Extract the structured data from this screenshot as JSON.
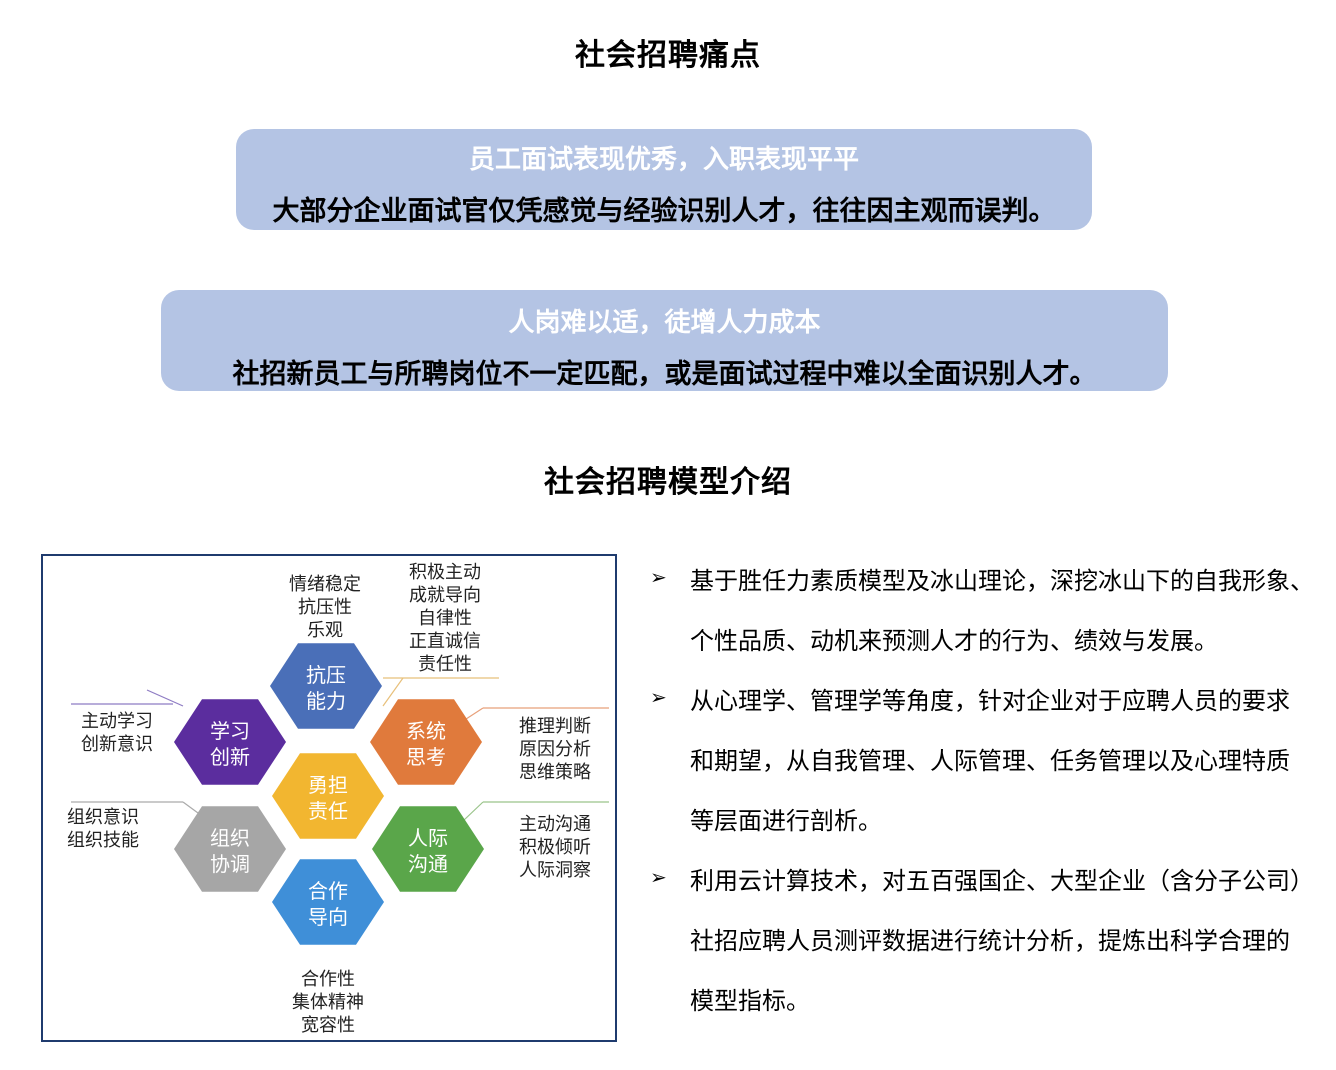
{
  "section1_title": "社会招聘痛点",
  "cards": [
    {
      "head": "员工面试表现优秀，入职表现平平",
      "body": "大部分企业面试官仅凭感觉与经验识别人才，往往因主观而误判。"
    },
    {
      "head": "人岗难以适，徒增人力成本",
      "body": "社招新员工与所聘岗位不一定匹配，或是面试过程中难以全面识别人才。"
    }
  ],
  "section2_title": "社会招聘模型介绍",
  "model": {
    "hexagons": [
      {
        "line1": "抗压",
        "line2": "能力",
        "color": "#4a6fb8"
      },
      {
        "line1": "学习",
        "line2": "创新",
        "color": "#5b2d9e"
      },
      {
        "line1": "系统",
        "line2": "思考",
        "color": "#e07a3c"
      },
      {
        "line1": "勇担",
        "line2": "责任",
        "color": "#f2b630"
      },
      {
        "line1": "组织",
        "line2": "协调",
        "color": "#a6a6a6"
      },
      {
        "line1": "人际",
        "line2": "沟通",
        "color": "#5aa64a"
      },
      {
        "line1": "合作",
        "line2": "导向",
        "color": "#3f8fd8"
      }
    ],
    "labels": {
      "top_center": [
        "情绪稳定",
        "抗压性",
        "乐观"
      ],
      "top_right": [
        "积极主动",
        "成就导向",
        "自律性",
        "正直诚信",
        "责任性"
      ],
      "left_upper": [
        "主动学习",
        "创新意识"
      ],
      "right_upper": [
        "推理判断",
        "原因分析",
        "思维策略"
      ],
      "left_lower": [
        "组织意识",
        "组织技能"
      ],
      "right_lower": [
        "主动沟通",
        "积极倾听",
        "人际洞察"
      ],
      "bottom": [
        "合作性",
        "集体精神",
        "宽容性"
      ]
    }
  },
  "bullet_mark": "➢",
  "bullets": [
    [
      "基于胜任力素质模型及冰山理论，深挖冰山下的自我形象、",
      "个性品质、动机来预测人才的行为、绩效与发展。"
    ],
    [
      "从心理学、管理学等角度，针对企业对于应聘人员的要求",
      "和期望，从自我管理、人际管理、任务管理以及心理特质",
      "等层面进行剖析。"
    ],
    [
      "利用云计算技术，对五百强国企、大型企业（含分子公司）",
      "社招应聘人员测评数据进行统计分析，提炼出科学合理的",
      "模型指标。"
    ]
  ]
}
